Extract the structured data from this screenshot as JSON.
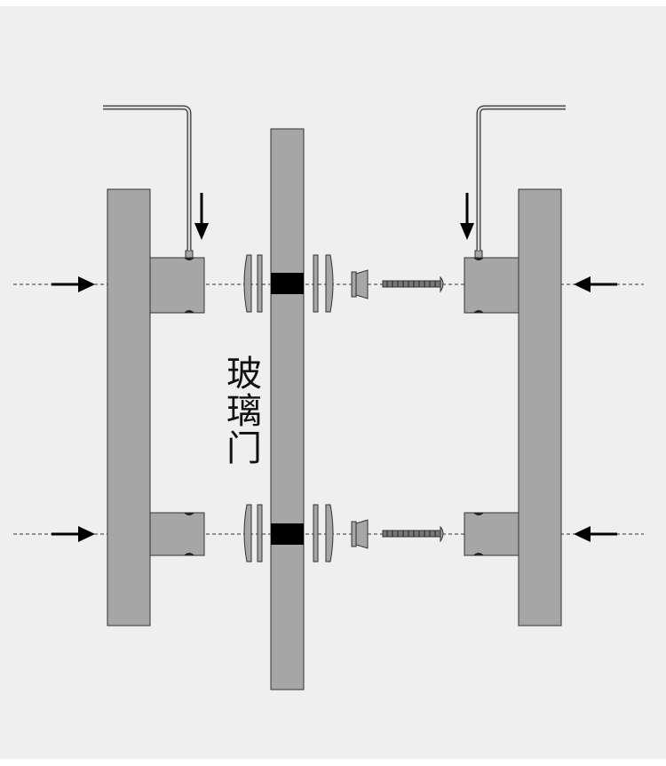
{
  "diagram": {
    "label_chars": [
      "玻",
      "璃",
      "门"
    ],
    "colors": {
      "background": "#efefef",
      "part_fill": "#a6a6a6",
      "outline": "#333333",
      "gasket": "#000000",
      "arrow": "#000000",
      "dashed_line": "#333333"
    }
  }
}
